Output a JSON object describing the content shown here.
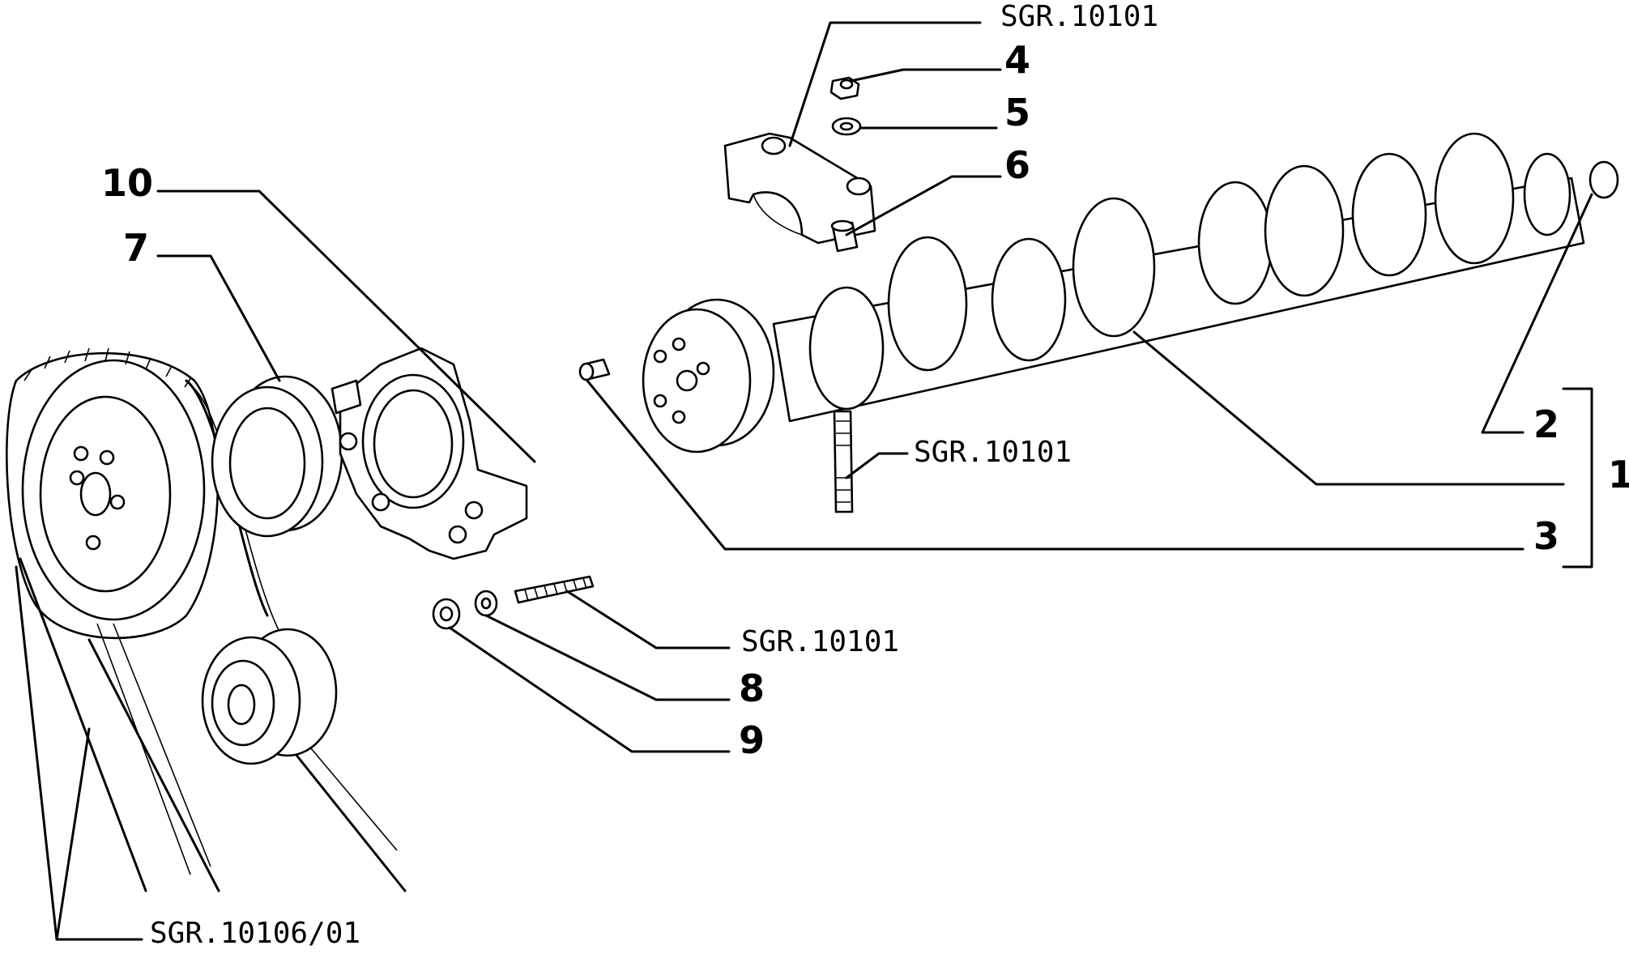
{
  "callouts": [
    {
      "id": "1",
      "label": "1"
    },
    {
      "id": "2",
      "label": "2"
    },
    {
      "id": "3",
      "label": "3"
    },
    {
      "id": "4",
      "label": "4"
    },
    {
      "id": "5",
      "label": "5"
    },
    {
      "id": "6",
      "label": "6"
    },
    {
      "id": "7",
      "label": "7"
    },
    {
      "id": "8",
      "label": "8"
    },
    {
      "id": "9",
      "label": "9"
    },
    {
      "id": "10",
      "label": "10"
    }
  ],
  "references": [
    {
      "id": "ref_cap",
      "label": "SGR.10101"
    },
    {
      "id": "ref_stud",
      "label": "SGR.10101"
    },
    {
      "id": "ref_bolt",
      "label": "SGR.10101"
    },
    {
      "id": "ref_belt",
      "label": "SGR.10106/01"
    }
  ],
  "colors": {
    "ink": "#000000",
    "paper": "#ffffff"
  }
}
